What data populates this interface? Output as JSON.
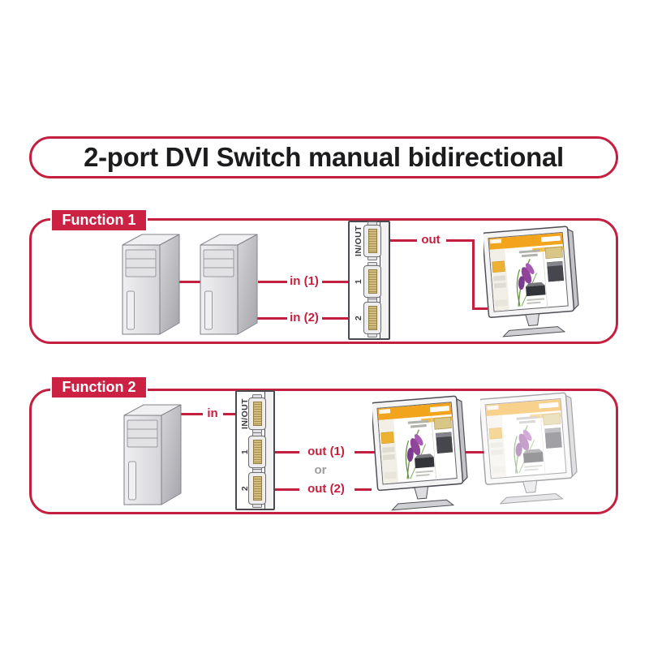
{
  "title": "2-port DVI Switch manual bidirectional",
  "function1": {
    "label": "Function 1",
    "switch": {
      "port_inout": "IN/OUT",
      "port_1": "1",
      "port_2": "2"
    },
    "connections": {
      "in1": "in (1)",
      "in2": "in (2)",
      "out": "out"
    }
  },
  "function2": {
    "label": "Function 2",
    "switch": {
      "port_inout": "IN/OUT",
      "port_1": "1",
      "port_2": "2"
    },
    "connections": {
      "in": "in",
      "out1": "out (1)",
      "or": "or",
      "out2": "out (2)"
    }
  },
  "colors": {
    "accent_red": "#c51f3f",
    "label_box_red": "#cc2143",
    "or_gray": "#9c9c9c",
    "screen_orange": "#f2a41c"
  }
}
